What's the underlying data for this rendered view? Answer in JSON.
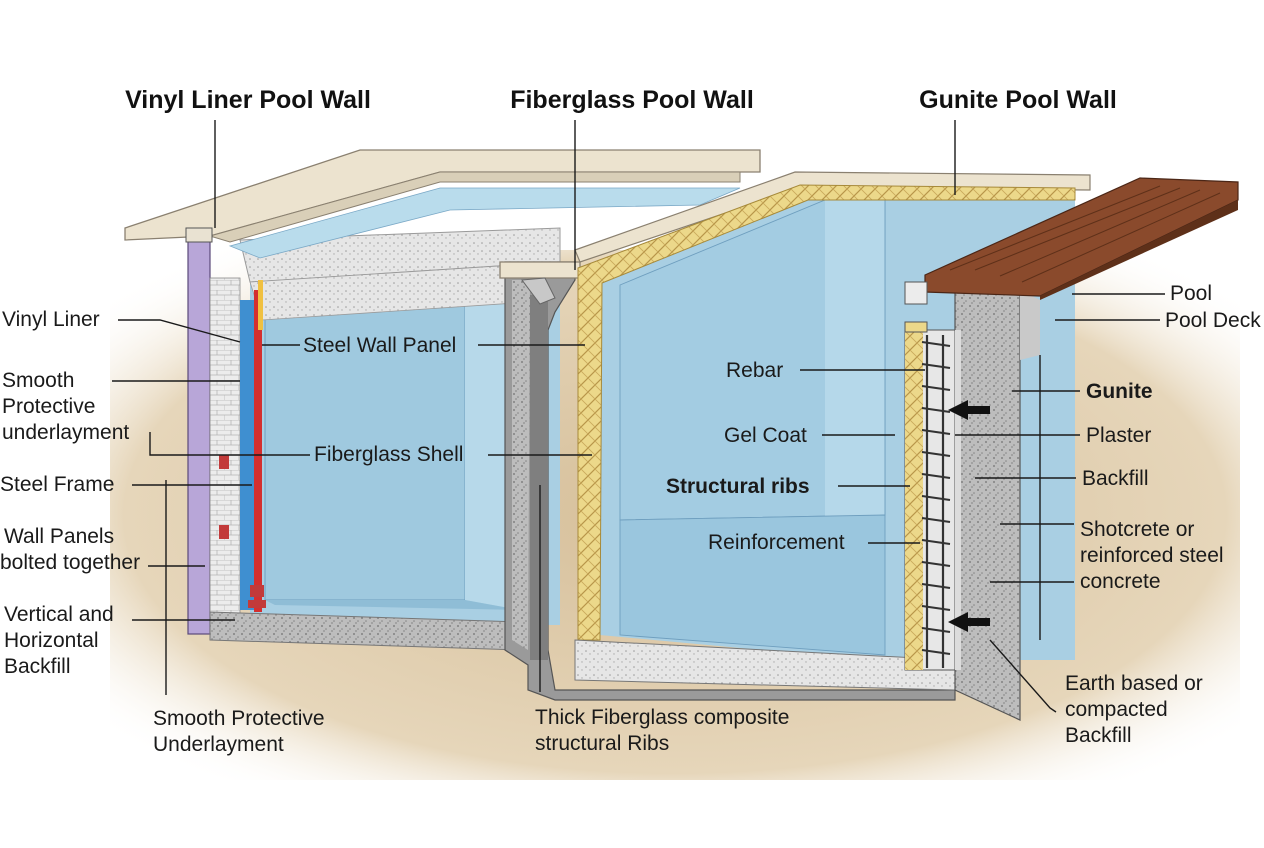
{
  "titles": {
    "vinyl": "Vinyl Liner Pool Wall",
    "fiberglass": "Fiberglass Pool Wall",
    "gunite": "Gunite Pool Wall"
  },
  "labels": {
    "vinyl_liner": "Vinyl Liner",
    "smooth_protective_underlayment": [
      "Smooth",
      "Protective",
      "underlayment"
    ],
    "steel_frame": "Steel Frame",
    "wall_panels_bolted": [
      "Wall Panels",
      "bolted together"
    ],
    "vertical_horizontal_backfill": [
      "Vertical and",
      "Horizontal",
      "Backfill"
    ],
    "smooth_protective_underlayment_bottom": [
      "Smooth Protective",
      "Underlayment"
    ],
    "steel_wall_panel": "Steel Wall Panel",
    "fiberglass_shell": "Fiberglass Shell",
    "thick_fiberglass_ribs": [
      "Thick Fiberglass composite",
      "structural Ribs"
    ],
    "rebar": "Rebar",
    "gel_coat": "Gel Coat",
    "structural_ribs": "Structural ribs",
    "reinforcement": "Reinforcement",
    "pool": "Pool",
    "pool_deck": "Pool Deck",
    "gunite": "Gunite",
    "plaster": "Plaster",
    "backfill": "Backfill",
    "shotcrete": [
      "Shotcrete or",
      "reinforced steel",
      "concrete"
    ],
    "earth_backfill": [
      "Earth based or",
      "compacted",
      "Backfill"
    ]
  },
  "colors": {
    "water": "#a9cfe3",
    "water_dark": "#8fbdd6",
    "coping": "#ece3cf",
    "concrete": "#8e8e8e",
    "concrete_light": "#c9c9c9",
    "soil": "#d9c4a2",
    "deck": "#8a4a2c",
    "fiberglass_yellow": "#ecd88a",
    "steel_red": "#d42f2f",
    "liner_blue": "#3f8fd0",
    "frame_purple": "#b8a6d8",
    "text": "#1a1a1a"
  }
}
